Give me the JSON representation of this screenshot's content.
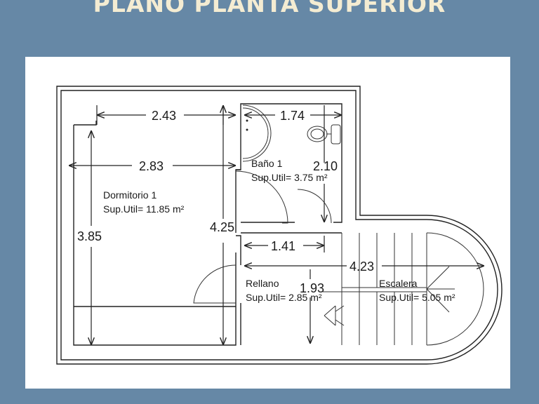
{
  "title": "PLANO PLANTA SUPERIOR",
  "rooms": {
    "dormitorio": {
      "name": "Dormitorio 1",
      "area": "Sup.Util= 11.85 m²"
    },
    "bano": {
      "name": "Baño 1",
      "area": "Sup.Util= 3.75 m²"
    },
    "rellano": {
      "name": "Rellano",
      "area": "Sup.Util= 2.85 m²"
    },
    "escalera": {
      "name": "Escalera",
      "area": "Sup.Util= 5.05 m²"
    }
  },
  "dimensions": {
    "dorm_width_top": "2.43",
    "dorm_width_mid": "2.83",
    "dorm_height": "3.85",
    "wall_height": "4.25",
    "bano_width": "1.74",
    "bano_height": "2.10",
    "rellano_width": "1.41",
    "stair_length": "4.23",
    "rellano_height": "1.93"
  },
  "colors": {
    "background": "#6688a6",
    "title": "#f4ecd2",
    "panel": "#ffffff",
    "lines": "#222222"
  },
  "icons": [
    "toilet-icon",
    "shower-icon",
    "door-swing-icon",
    "arrow-icon"
  ]
}
